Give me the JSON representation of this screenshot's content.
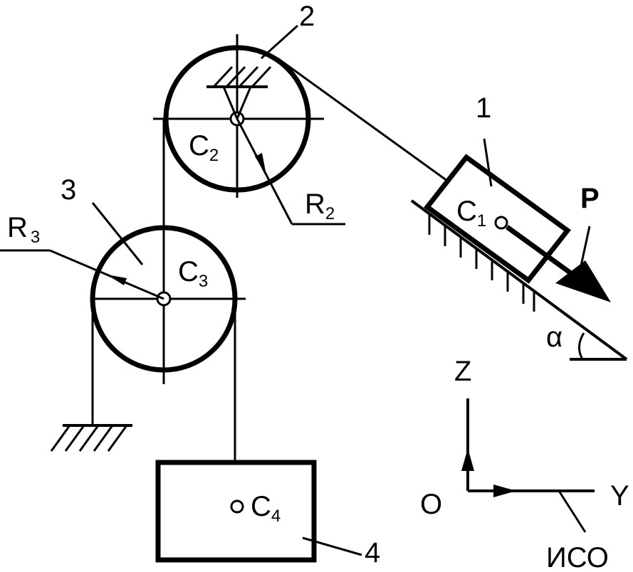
{
  "labels": {
    "body1": "1",
    "body2": "2",
    "body3": "3",
    "body4": "4",
    "c1": "C",
    "c1_sub": "1",
    "c2": "C",
    "c2_sub": "2",
    "c3": "C",
    "c3_sub": "3",
    "c4": "C",
    "c4_sub": "4",
    "r2": "R",
    "r2_sub": "2",
    "r3": "R",
    "r3_sub": "3",
    "force": "P",
    "angle": "α",
    "axis_z": "Z",
    "axis_y": "Y",
    "origin": "O",
    "frame": "ИСО"
  }
}
